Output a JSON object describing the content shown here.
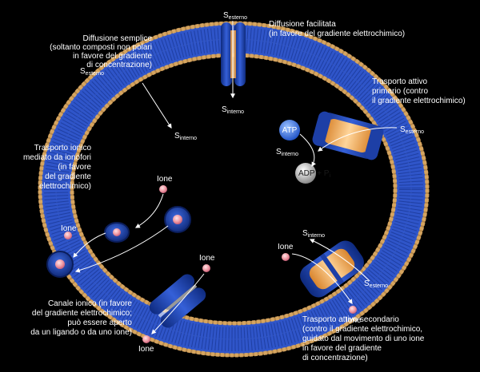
{
  "labels": {
    "simple_diffusion": [
      "Diffusione semplice",
      "(soltanto composti non polari",
      "in favore del gradiente",
      "di concentrazione)"
    ],
    "facilitated_diffusion": [
      "Diffusione facilitata",
      "(in favore del gradiente elettrochimico)"
    ],
    "primary_active": [
      "Trasporto attivo",
      "primario (contro",
      "il gradiente elettrochimico)"
    ],
    "ionophore": [
      "Trasporto ionico",
      "mediato da ionofori",
      "(in favore",
      "del gradiente",
      "elettrochimico)"
    ],
    "ion_channel": [
      "Canale ionico (in favore",
      "del gradiente elettrochimico;",
      "può essere aperto",
      "da un ligando o da uno ione)"
    ],
    "secondary_active": [
      "Trasporto attivo secondario",
      "(contro il gradiente elettrochimico,",
      "guidato dal movimento di uno ione",
      "in favore del gradiente",
      "di concentrazione)"
    ]
  },
  "symbols": {
    "s": "S",
    "esterno": "esterno",
    "interno": "interno",
    "atp": "ATP",
    "adp": "ADP + P",
    "adp_sub": "i",
    "ione": "Ione"
  },
  "colors": {
    "background": "#000000",
    "membrane": "#2f55c9",
    "lipid_head": "#b8894a",
    "protein": "#1d3fa6",
    "carrier_core": "#f2a94b",
    "ion": "#f09aa4",
    "atp": "#3f7cf0",
    "adp": "#a9a9a9"
  }
}
